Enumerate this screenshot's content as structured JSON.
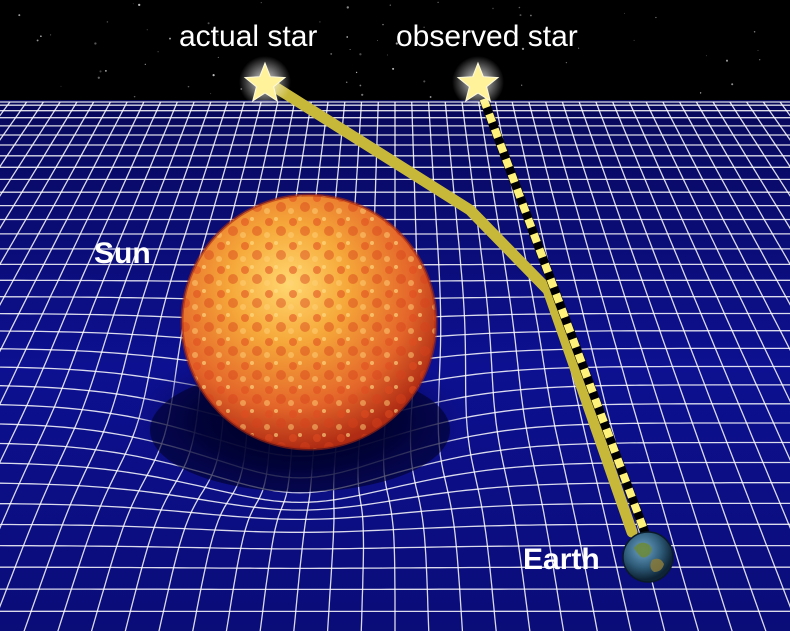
{
  "labels": {
    "actual_star": "actual star",
    "observed_star": "observed star",
    "sun": "Sun",
    "earth": "Earth"
  },
  "colors": {
    "sky": "#000000",
    "grid_background": "#0c0f84",
    "grid_lines": "#ffffff",
    "light_path": "#c8b83a",
    "apparent_path_dash": "#fff27a",
    "star": "#fff29a",
    "sun_core": "#f2a23a",
    "sun_edge": "#c8361a",
    "label_text": "#ffffff"
  },
  "icons": {
    "actual_star": "star-icon",
    "observed_star": "star-icon",
    "sun": "sun-sphere",
    "earth": "earth-globe"
  }
}
